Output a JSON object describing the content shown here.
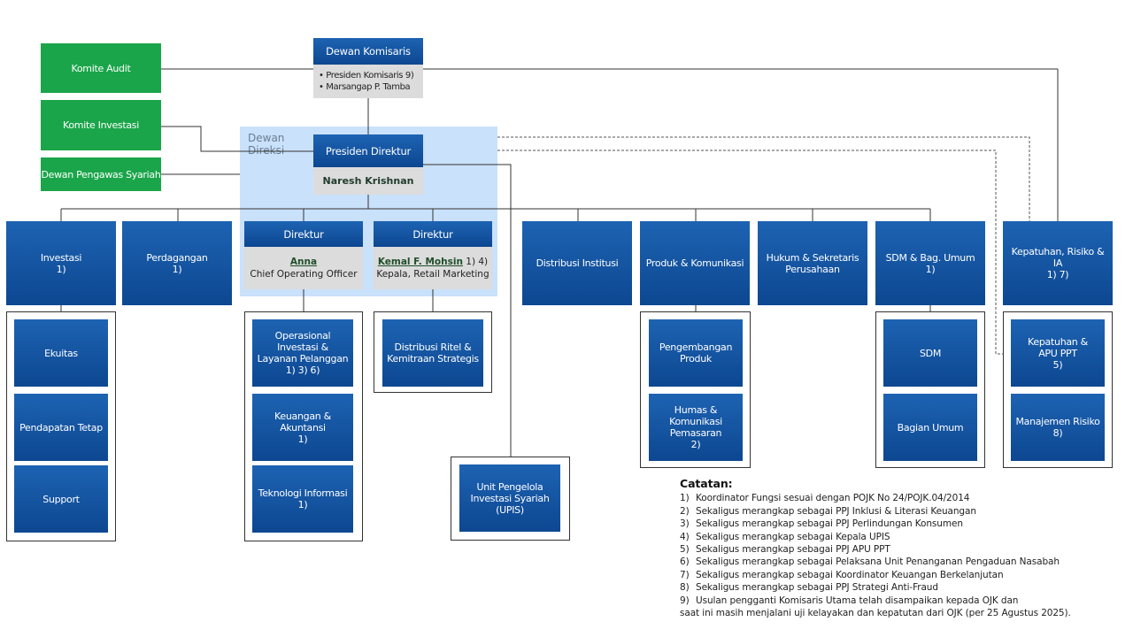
{
  "committees": {
    "audit": "Komite Audit",
    "investasi": "Komite Investasi",
    "syariah": "Dewan Pengawas Syariah"
  },
  "board": {
    "title": "Dewan Komisaris",
    "members": [
      "• Presiden Komisaris 9)",
      "• Marsangap P. Tamba"
    ]
  },
  "directors_group_label": "Dewan Direksi",
  "president": {
    "title": "Presiden Direktur",
    "name": "Naresh Krishnan"
  },
  "director_coo": {
    "title": "Direktur",
    "name": "Anna",
    "role": "Chief Operating Officer"
  },
  "director_retail": {
    "title": "Direktur",
    "name": "Kemal F. Mohsin",
    "name_note": " 1) 4)",
    "role": "Kepala, Retail Marketing"
  },
  "divisions": {
    "investasi": {
      "name": "Investasi",
      "note": "1)"
    },
    "perdagangan": {
      "name": "Perdagangan",
      "note": "1)"
    },
    "distribusi_institusi": {
      "name": "Distribusi Institusi"
    },
    "produk": {
      "name": "Produk & Komunikasi"
    },
    "hukum": {
      "name": "Hukum & Sekretaris",
      "name2": "Perusahaan"
    },
    "sdm": {
      "name": "SDM & Bag. Umum",
      "note": "1)"
    },
    "kepatuhan": {
      "name": "Kepatuhan, Risiko & IA",
      "note": "1) 7)"
    }
  },
  "subunits": {
    "ekuitas": "Ekuitas",
    "pendapatan": "Pendapatan Tetap",
    "support": "Support",
    "operasional": [
      "Operasional Investasi &",
      "Layanan Pelanggan",
      "1) 3) 6)"
    ],
    "keuangan": [
      "Keuangan & Akuntansi",
      "1)"
    ],
    "teknologi": [
      "Teknologi Informasi",
      "1)"
    ],
    "distribusi_ritel": [
      "Distribusi Ritel &",
      "Kemitraan Strategis"
    ],
    "upis": [
      "Unit Pengelola",
      "Investasi Syariah",
      "(UPIS)"
    ],
    "pengembangan": [
      "Pengembangan",
      "Produk"
    ],
    "humas": [
      "Humas & Komunikasi",
      "Pemasaran",
      "2)"
    ],
    "sdm_unit": "SDM",
    "bagian_umum": "Bagian Umum",
    "kepatuhan_apu": [
      "Kepatuhan &",
      "APU PPT",
      "5)"
    ],
    "manajemen_risiko": [
      "Manajemen Risiko",
      "8)"
    ]
  },
  "notes": {
    "title": "Catatan:",
    "items": [
      {
        "num": "1)",
        "text": "Koordinator Fungsi sesuai dengan POJK No 24/POJK.04/2014"
      },
      {
        "num": "2)",
        "text": "Sekaligus merangkap sebagai PPJ Inklusi & Literasi Keuangan"
      },
      {
        "num": "3)",
        "text": "Sekaligus merangkap sebagai PPJ Perlindungan Konsumen"
      },
      {
        "num": "4)",
        "text": "Sekaligus merangkap sebagai Kepala UPIS"
      },
      {
        "num": "5)",
        "text": "Sekaligus merangkap sebagai PPJ APU PPT"
      },
      {
        "num": "6)",
        "text": "Sekaligus merangkap sebagai Pelaksana Unit Penanganan Pengaduan Nasabah"
      },
      {
        "num": "7)",
        "text": "Sekaligus merangkap sebagai Koordinator Keuangan Berkelanjutan"
      },
      {
        "num": "8)",
        "text": "Sekaligus merangkap sebagai PPJ Strategi Anti-Fraud"
      },
      {
        "num": "9)",
        "text": "Usulan pengganti Komisaris Utama telah disampaikan kepada OJK dan"
      }
    ],
    "continuation": "saat ini masih menjalani uji kelayakan dan kepatutan dari OJK (per 25 Agustus 2025)."
  },
  "colors": {
    "green": "#1aa54a",
    "blue": "#0d4791",
    "direksi_bg": "#c9e1fb",
    "grey": "#dcdcdc"
  }
}
